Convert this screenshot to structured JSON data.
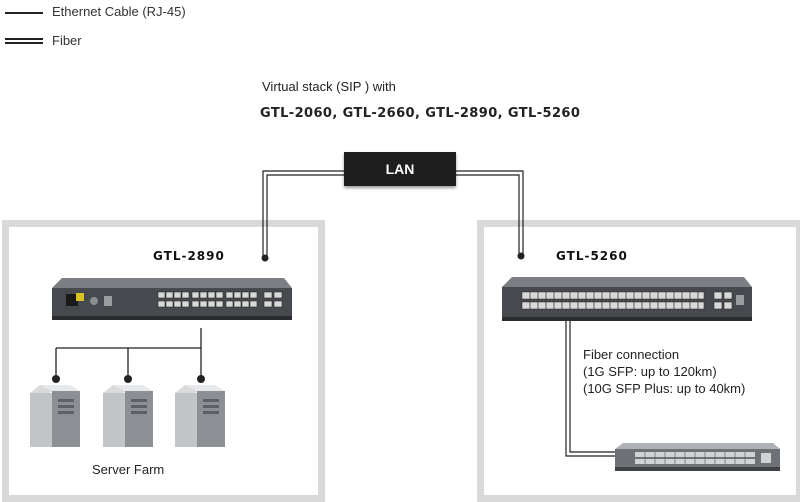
{
  "legend": {
    "ethernet_label": "Ethernet Cable (RJ-45)",
    "fiber_label": "Fiber"
  },
  "header": {
    "caption": "Virtual stack (SIP ) with",
    "models": "GTL-2060, GTL-2660, GTL-2890, GTL-5260"
  },
  "lan": {
    "label": "LAN"
  },
  "left_panel": {
    "switch_label": "GTL-2890",
    "server_farm_label": "Server Farm"
  },
  "right_panel": {
    "switch_label": "GTL-5260",
    "fiber_line1": "Fiber connection",
    "fiber_line2": "(1G SFP: up to 120km)",
    "fiber_line3": "(10G SFP Plus: up to 40km)"
  }
}
